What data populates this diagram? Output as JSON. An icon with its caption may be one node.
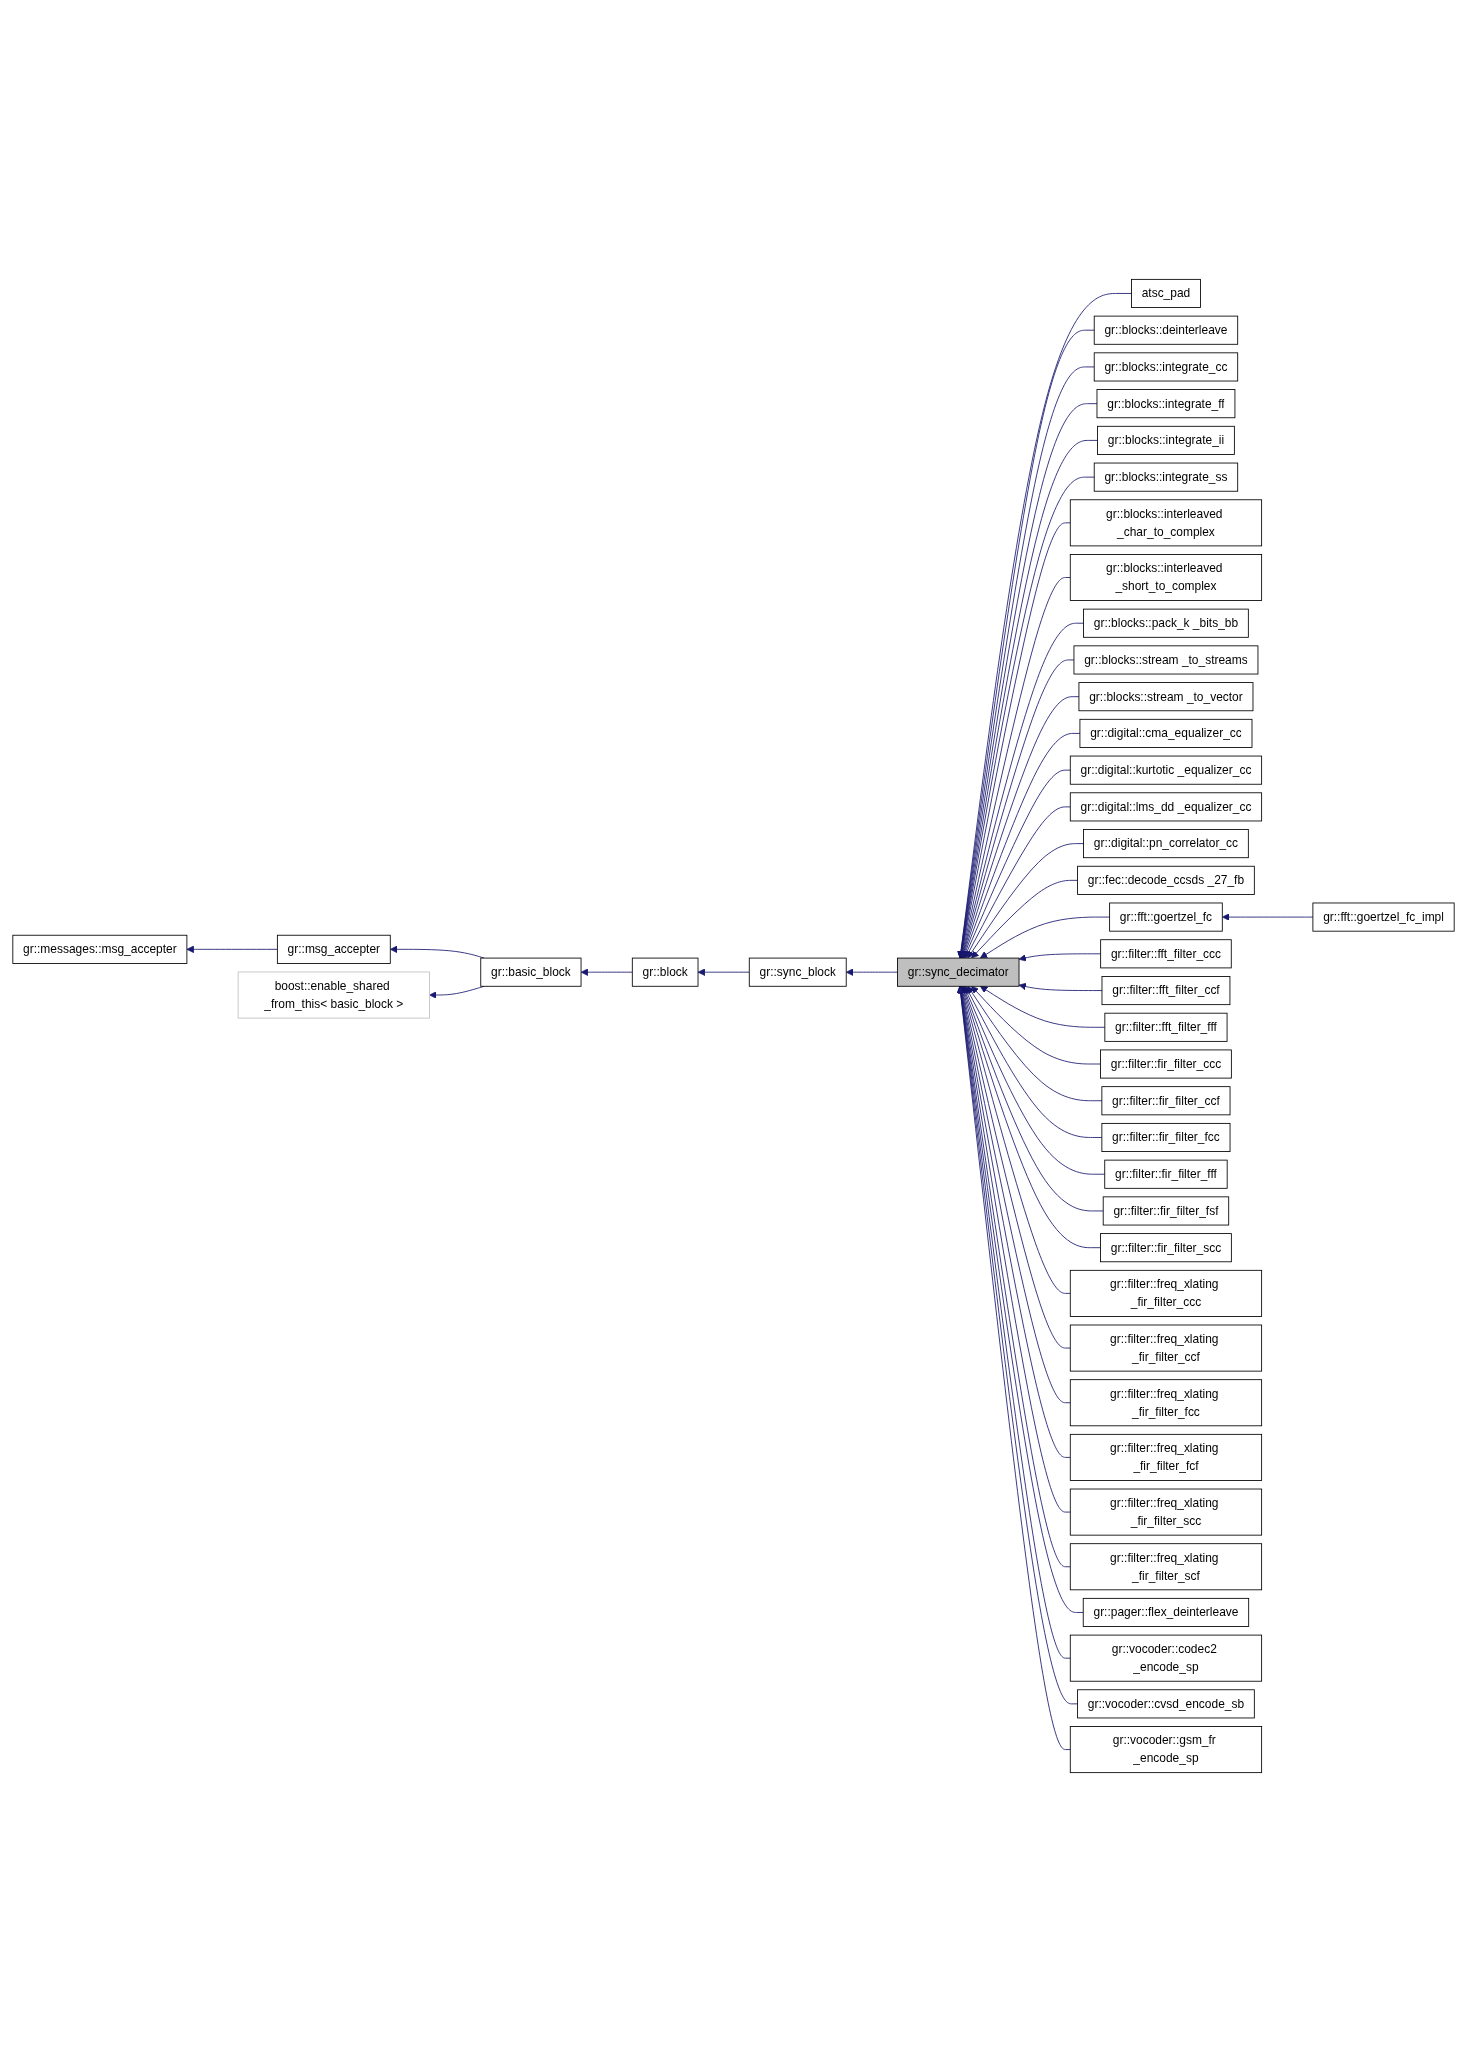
{
  "diagram": {
    "nodes": [
      {
        "text": [
          "gr::messages::msg_accepter"
        ]
      },
      {
        "text": [
          "gr::msg_accepter"
        ]
      },
      {
        "text": [
          "boost::enable_shared _from_this< basic_block >"
        ]
      },
      {
        "text": [
          "gr::basic_block"
        ]
      },
      {
        "text": [
          "gr::block"
        ]
      },
      {
        "text": [
          "gr::sync_block"
        ]
      },
      {
        "text": [
          "gr::sync_decimator"
        ]
      },
      {
        "text": [
          "atsc_pad"
        ]
      },
      {
        "text": [
          "gr::blocks::deinterleave"
        ]
      },
      {
        "text": [
          "gr::blocks::integrate_cc"
        ]
      },
      {
        "text": [
          "gr::blocks::integrate_ff"
        ]
      },
      {
        "text": [
          "gr::blocks::integrate_ii"
        ]
      },
      {
        "text": [
          "gr::blocks::integrate_ss"
        ]
      },
      {
        "text": [
          "gr::blocks::interleaved _char_to_complex"
        ]
      },
      {
        "text": [
          "gr::blocks::interleaved _short_to_complex"
        ]
      },
      {
        "text": [
          "gr::blocks::pack_k _bits_bb"
        ]
      },
      {
        "text": [
          "gr::blocks::stream _to_streams"
        ]
      },
      {
        "text": [
          "gr::blocks::stream _to_vector"
        ]
      },
      {
        "text": [
          "gr::digital::cma_equalizer_cc"
        ]
      },
      {
        "text": [
          "gr::digital::kurtotic _equalizer_cc"
        ]
      },
      {
        "text": [
          "gr::digital::lms_dd _equalizer_cc"
        ]
      },
      {
        "text": [
          "gr::digital::pn_correlator_cc"
        ]
      },
      {
        "text": [
          "gr::fec::decode_ccsds _27_fb"
        ]
      },
      {
        "text": [
          "gr::fft::goertzel_fc"
        ]
      },
      {
        "text": [
          "gr::fft::goertzel_fc_impl"
        ]
      },
      {
        "text": [
          "gr::filter::fft_filter_ccc"
        ]
      },
      {
        "text": [
          "gr::filter::fft_filter_ccf"
        ]
      },
      {
        "text": [
          "gr::filter::fft_filter_fff"
        ]
      },
      {
        "text": [
          "gr::filter::fir_filter_ccc"
        ]
      },
      {
        "text": [
          "gr::filter::fir_filter_ccf"
        ]
      },
      {
        "text": [
          "gr::filter::fir_filter_fcc"
        ]
      },
      {
        "text": [
          "gr::filter::fir_filter_fff"
        ]
      },
      {
        "text": [
          "gr::filter::fir_filter_fsf"
        ]
      },
      {
        "text": [
          "gr::filter::fir_filter_scc"
        ]
      },
      {
        "text": [
          "gr::filter::freq_xlating _fir_filter_ccc"
        ]
      },
      {
        "text": [
          "gr::filter::freq_xlating _fir_filter_ccf"
        ]
      },
      {
        "text": [
          "gr::filter::freq_xlating _fir_filter_fcc"
        ]
      },
      {
        "text": [
          "gr::filter::freq_xlating _fir_filter_fcf"
        ]
      },
      {
        "text": [
          "gr::filter::freq_xlating _fir_filter_scc"
        ]
      },
      {
        "text": [
          "gr::filter::freq_xlating _fir_filter_scf"
        ]
      },
      {
        "text": [
          "gr::pager::flex_deinterleave"
        ]
      },
      {
        "text": [
          "gr::vocoder::codec2 _encode_sp"
        ]
      },
      {
        "text": [
          "gr::vocoder::cvsd_encode_sb"
        ]
      },
      {
        "text": [
          "gr::vocoder::gsm_fr _encode_sp"
        ]
      }
    ],
    "edges": [
      {
        "from": 1,
        "to": 0,
        "arrow": "to"
      },
      {
        "from": 3,
        "to": 1,
        "arrow": "to"
      },
      {
        "from": 3,
        "to": 2,
        "arrow": "to"
      },
      {
        "from": 4,
        "to": 3,
        "arrow": "to"
      },
      {
        "from": 5,
        "to": 4,
        "arrow": "to"
      },
      {
        "from": 6,
        "to": 5,
        "arrow": "to"
      },
      {
        "from": 7,
        "to": 6,
        "arrow": "to"
      },
      {
        "from": 8,
        "to": 6,
        "arrow": "to"
      },
      {
        "from": 9,
        "to": 6,
        "arrow": "to"
      },
      {
        "from": 10,
        "to": 6,
        "arrow": "to"
      },
      {
        "from": 11,
        "to": 6,
        "arrow": "to"
      },
      {
        "from": 12,
        "to": 6,
        "arrow": "to"
      },
      {
        "from": 13,
        "to": 6,
        "arrow": "to"
      },
      {
        "from": 14,
        "to": 6,
        "arrow": "to"
      },
      {
        "from": 15,
        "to": 6,
        "arrow": "to"
      },
      {
        "from": 16,
        "to": 6,
        "arrow": "to"
      },
      {
        "from": 17,
        "to": 6,
        "arrow": "to"
      },
      {
        "from": 18,
        "to": 6,
        "arrow": "to"
      },
      {
        "from": 19,
        "to": 6,
        "arrow": "to"
      },
      {
        "from": 20,
        "to": 6,
        "arrow": "to"
      },
      {
        "from": 21,
        "to": 6,
        "arrow": "to"
      },
      {
        "from": 22,
        "to": 6,
        "arrow": "to"
      },
      {
        "from": 23,
        "to": 6,
        "arrow": "to"
      },
      {
        "from": 24,
        "to": 23,
        "arrow": "to"
      },
      {
        "from": 25,
        "to": 6,
        "arrow": "to"
      },
      {
        "from": 26,
        "to": 6,
        "arrow": "to"
      },
      {
        "from": 27,
        "to": 6,
        "arrow": "to"
      },
      {
        "from": 28,
        "to": 6,
        "arrow": "to"
      },
      {
        "from": 29,
        "to": 6,
        "arrow": "to"
      },
      {
        "from": 30,
        "to": 6,
        "arrow": "to"
      },
      {
        "from": 31,
        "to": 6,
        "arrow": "to"
      },
      {
        "from": 32,
        "to": 6,
        "arrow": "to"
      },
      {
        "from": 33,
        "to": 6,
        "arrow": "to"
      },
      {
        "from": 34,
        "to": 6,
        "arrow": "to"
      },
      {
        "from": 35,
        "to": 6,
        "arrow": "to"
      },
      {
        "from": 36,
        "to": 6,
        "arrow": "to"
      },
      {
        "from": 37,
        "to": 6,
        "arrow": "to"
      },
      {
        "from": 38,
        "to": 6,
        "arrow": "to"
      },
      {
        "from": 39,
        "to": 6,
        "arrow": "to"
      },
      {
        "from": 40,
        "to": 6,
        "arrow": "to"
      },
      {
        "from": 41,
        "to": 6,
        "arrow": "to"
      },
      {
        "from": 42,
        "to": 6,
        "arrow": "to"
      },
      {
        "from": 43,
        "to": 6,
        "arrow": "to"
      }
    ]
  }
}
